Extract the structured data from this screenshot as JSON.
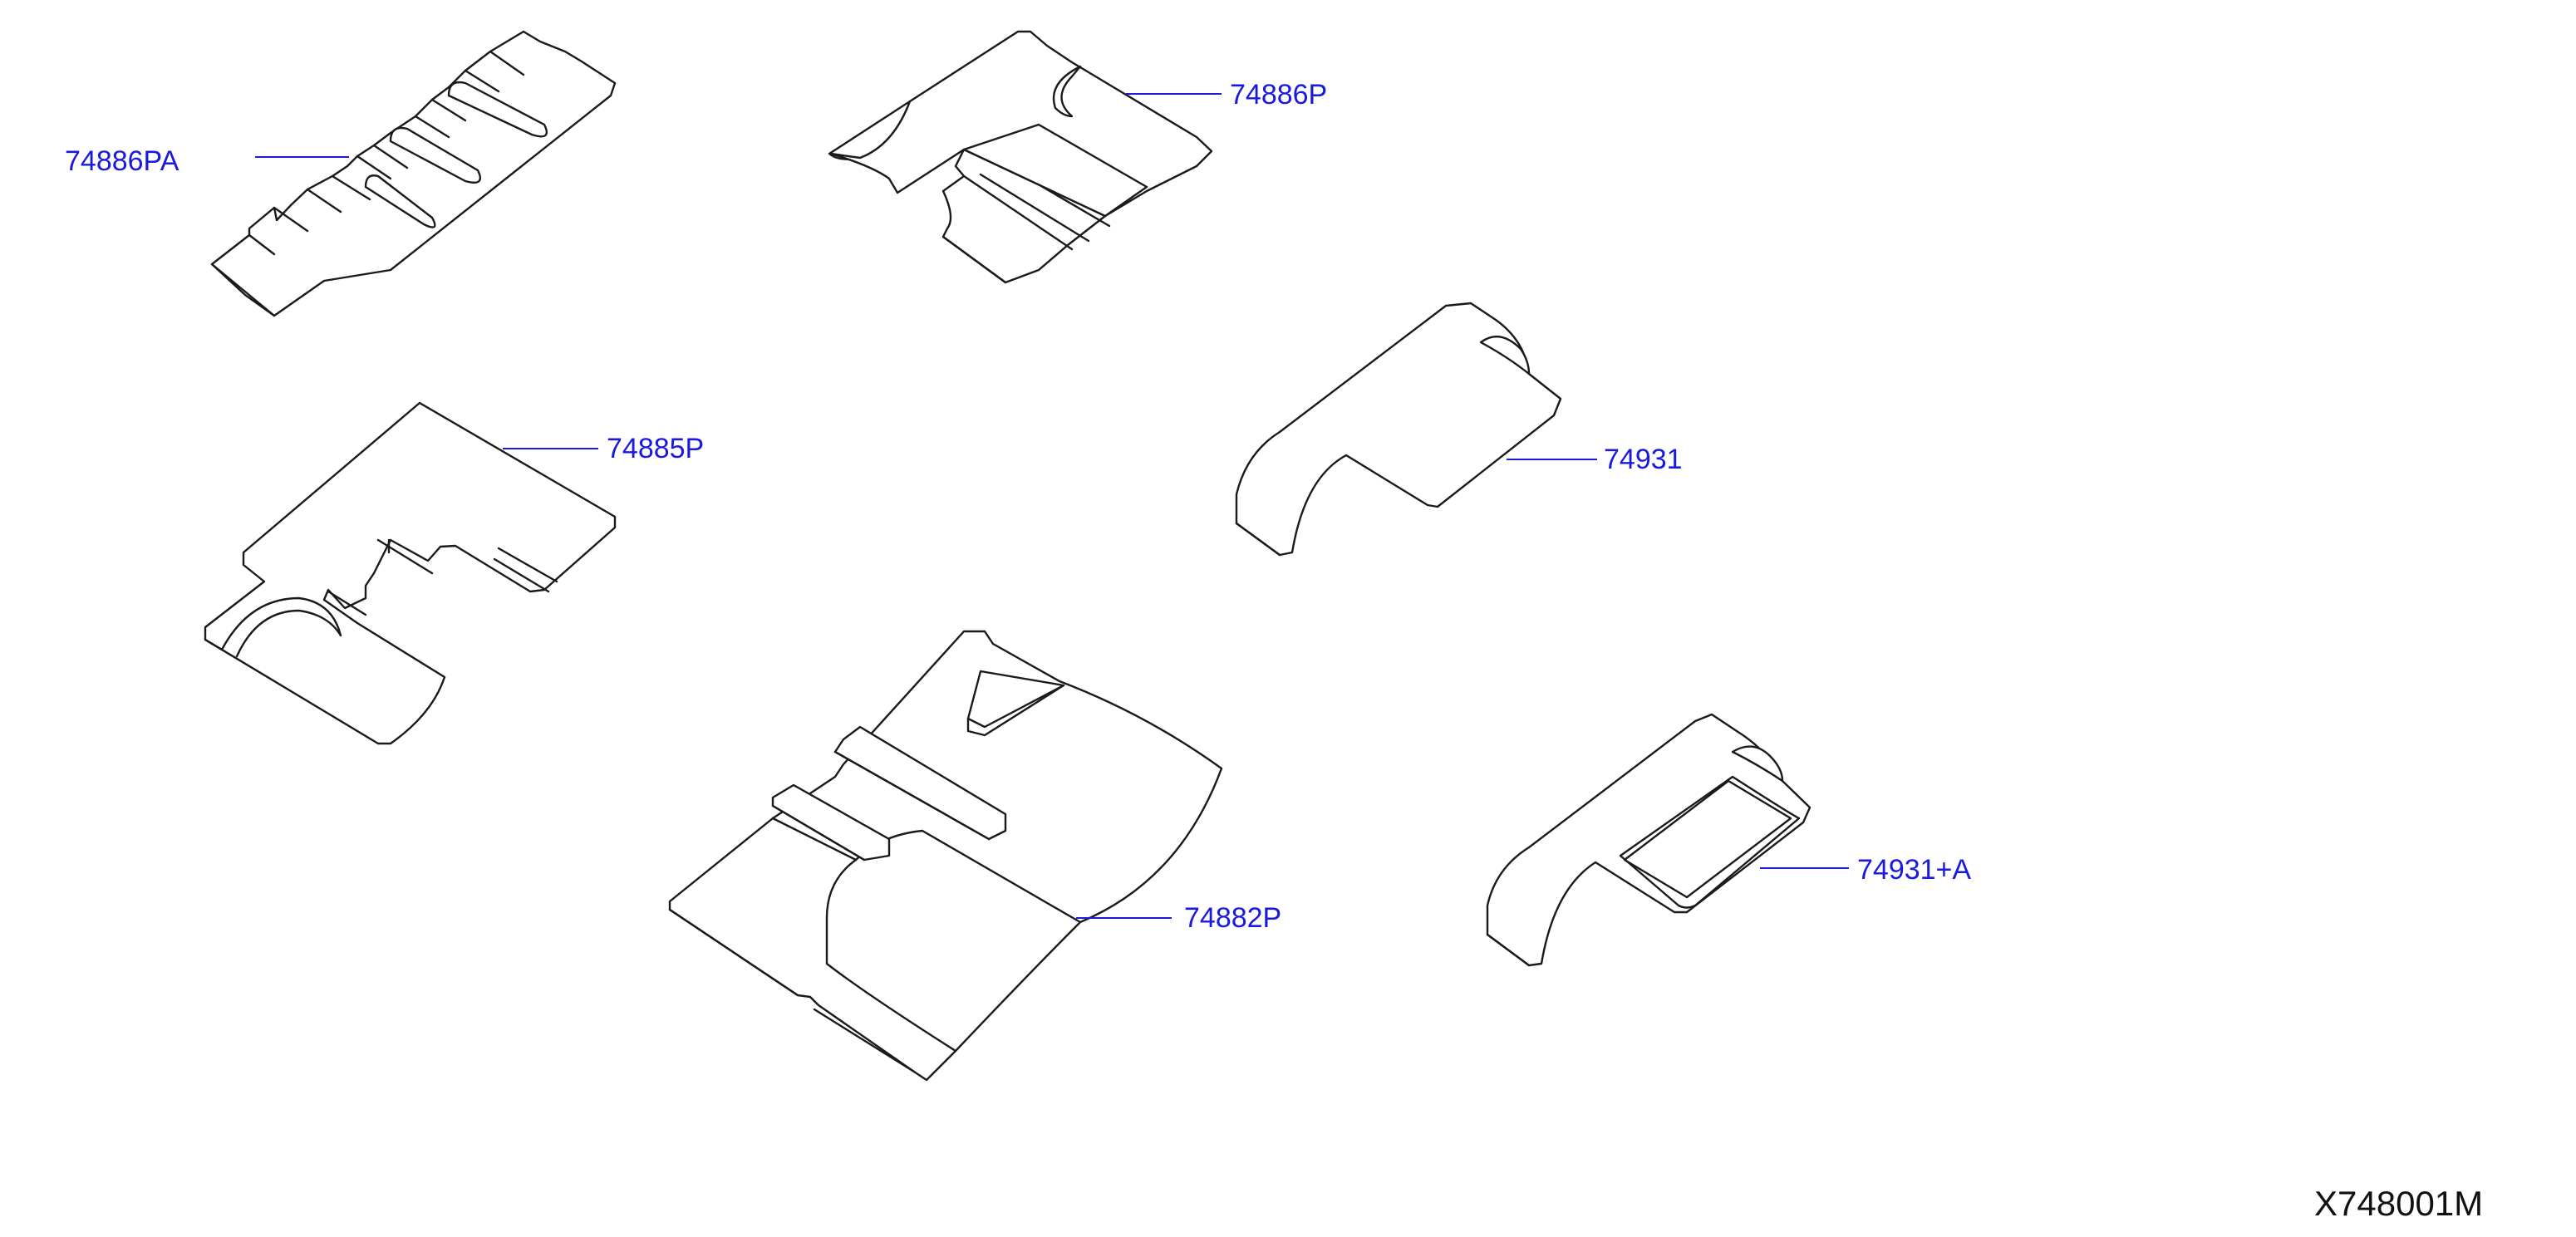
{
  "diagram": {
    "code": "X748001M",
    "colors": {
      "callout_text": "#1a1adf",
      "leader_line": "#1a1adf",
      "part_outline": "#1a1a1a",
      "background": "#ffffff"
    },
    "parts": [
      {
        "id": "74886PA",
        "label": "74886PA"
      },
      {
        "id": "74886P",
        "label": "74886P"
      },
      {
        "id": "74885P",
        "label": "74885P"
      },
      {
        "id": "74931",
        "label": "74931"
      },
      {
        "id": "74882P",
        "label": "74882P"
      },
      {
        "id": "74931+A",
        "label": "74931+A"
      }
    ]
  }
}
